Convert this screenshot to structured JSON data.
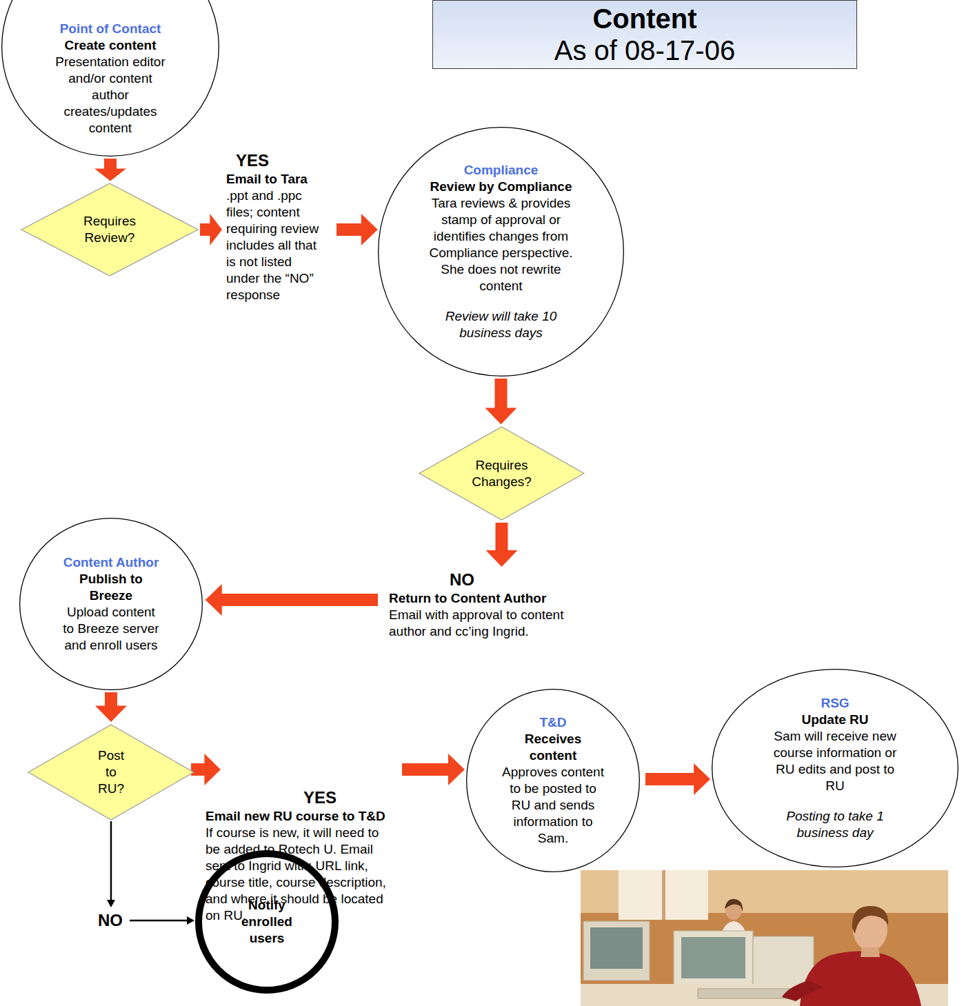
{
  "diagram": {
    "nodes": [
      {
        "text": [
          "Point of Contact",
          "Create content",
          "Presentation editor and/or content author creates/updates content"
        ]
      },
      {
        "text": [
          "Content",
          "As of 08-17-06"
        ]
      },
      {
        "text": [
          "Requires Review?"
        ]
      },
      {
        "text": [
          "Compliance",
          "Review by Compliance",
          "Tara reviews & provides stamp of approval or identifies changes from Compliance perspective. She does not rewrite content",
          "Review will take 10 business days"
        ]
      },
      {
        "text": [
          "Requires Changes?"
        ]
      },
      {
        "text": [
          "Content Author",
          "Publish to Breeze",
          "Upload content to Breeze server and enroll users"
        ]
      },
      {
        "text": [
          "Post to RU?"
        ]
      },
      {
        "text": [
          "T&D",
          "Receives content",
          "Approves content to be posted to RU and sends information to Sam."
        ]
      },
      {
        "text": [
          "RSG",
          "Update RU",
          "Sam will receive new course information or RU edits and post to RU",
          "Posting to take 1 business day"
        ]
      },
      {
        "text": [
          "Notify enrolled users"
        ]
      }
    ],
    "edges": [
      {
        "from": 0,
        "to": 2,
        "arrow": "to"
      },
      {
        "from": 2,
        "to": 3,
        "label": "YES",
        "arrow": "to"
      },
      {
        "from": 3,
        "to": 4,
        "arrow": "to"
      },
      {
        "from": 4,
        "to": 5,
        "label": "NO",
        "arrow": "to"
      },
      {
        "from": 5,
        "to": 6,
        "arrow": "to"
      },
      {
        "from": 6,
        "to": 7,
        "label": "YES",
        "arrow": "to"
      },
      {
        "from": 7,
        "to": 8,
        "arrow": "to"
      },
      {
        "from": 6,
        "to": 9,
        "label": "NO",
        "arrow": "to"
      }
    ],
    "labels": [
      "Email to Tara",
      ".ppt and .ppc files; content requiring review includes all that is not listed under the “NO” response",
      "Return to Content Author",
      "Email with approval to content author and cc’ing Ingrid.",
      "Email new RU course to T&D",
      "If course is new, it will need to be added to Rotech U. Email sent to Ingrid with: URL link, course title, course description, and where it should be located on RU."
    ]
  }
}
